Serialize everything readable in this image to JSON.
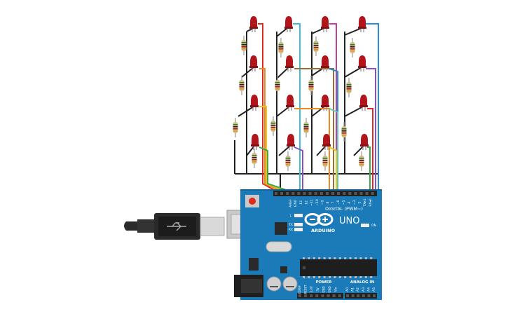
{
  "board": {
    "brand": "ARDUINO",
    "model": "UNO",
    "digital_label": "DIGITAL (PWM~)",
    "power_label": "POWER",
    "analog_label": "ANALOG IN",
    "on_label": "ON",
    "l_label": "L",
    "tx_label": "TX",
    "rx_label": "RX",
    "aref_label": "AREF",
    "gnd_label": "GND",
    "digital_pins": [
      "13",
      "12",
      "~11",
      "~10",
      "~9",
      "8",
      "7",
      "~6",
      "~5",
      "4",
      "~3",
      "2",
      "TX▸1",
      "RX◂0"
    ],
    "power_pins": [
      "IOREF",
      "RESET",
      "3.3V",
      "5V",
      "GND",
      "GND",
      "Vin"
    ],
    "analog_pins": [
      "A0",
      "A1",
      "A2",
      "A3",
      "A4",
      "A5"
    ]
  },
  "colors": {
    "wire_ground": "#222222",
    "led_red": "#b3141b",
    "board_blue": "#1b7ab8",
    "wire_red": "#e0291f",
    "wire_orange": "#f08a1c",
    "wire_yellow": "#f0c419",
    "wire_green": "#3aa84a",
    "wire_cyan": "#3fbcd4",
    "wire_blue": "#2a8fd2",
    "wire_purple": "#8a4fc6",
    "wire_magenta": "#c23fa0",
    "wire_brown": "#9c6b3a",
    "wire_teal": "#5fc9c0"
  }
}
